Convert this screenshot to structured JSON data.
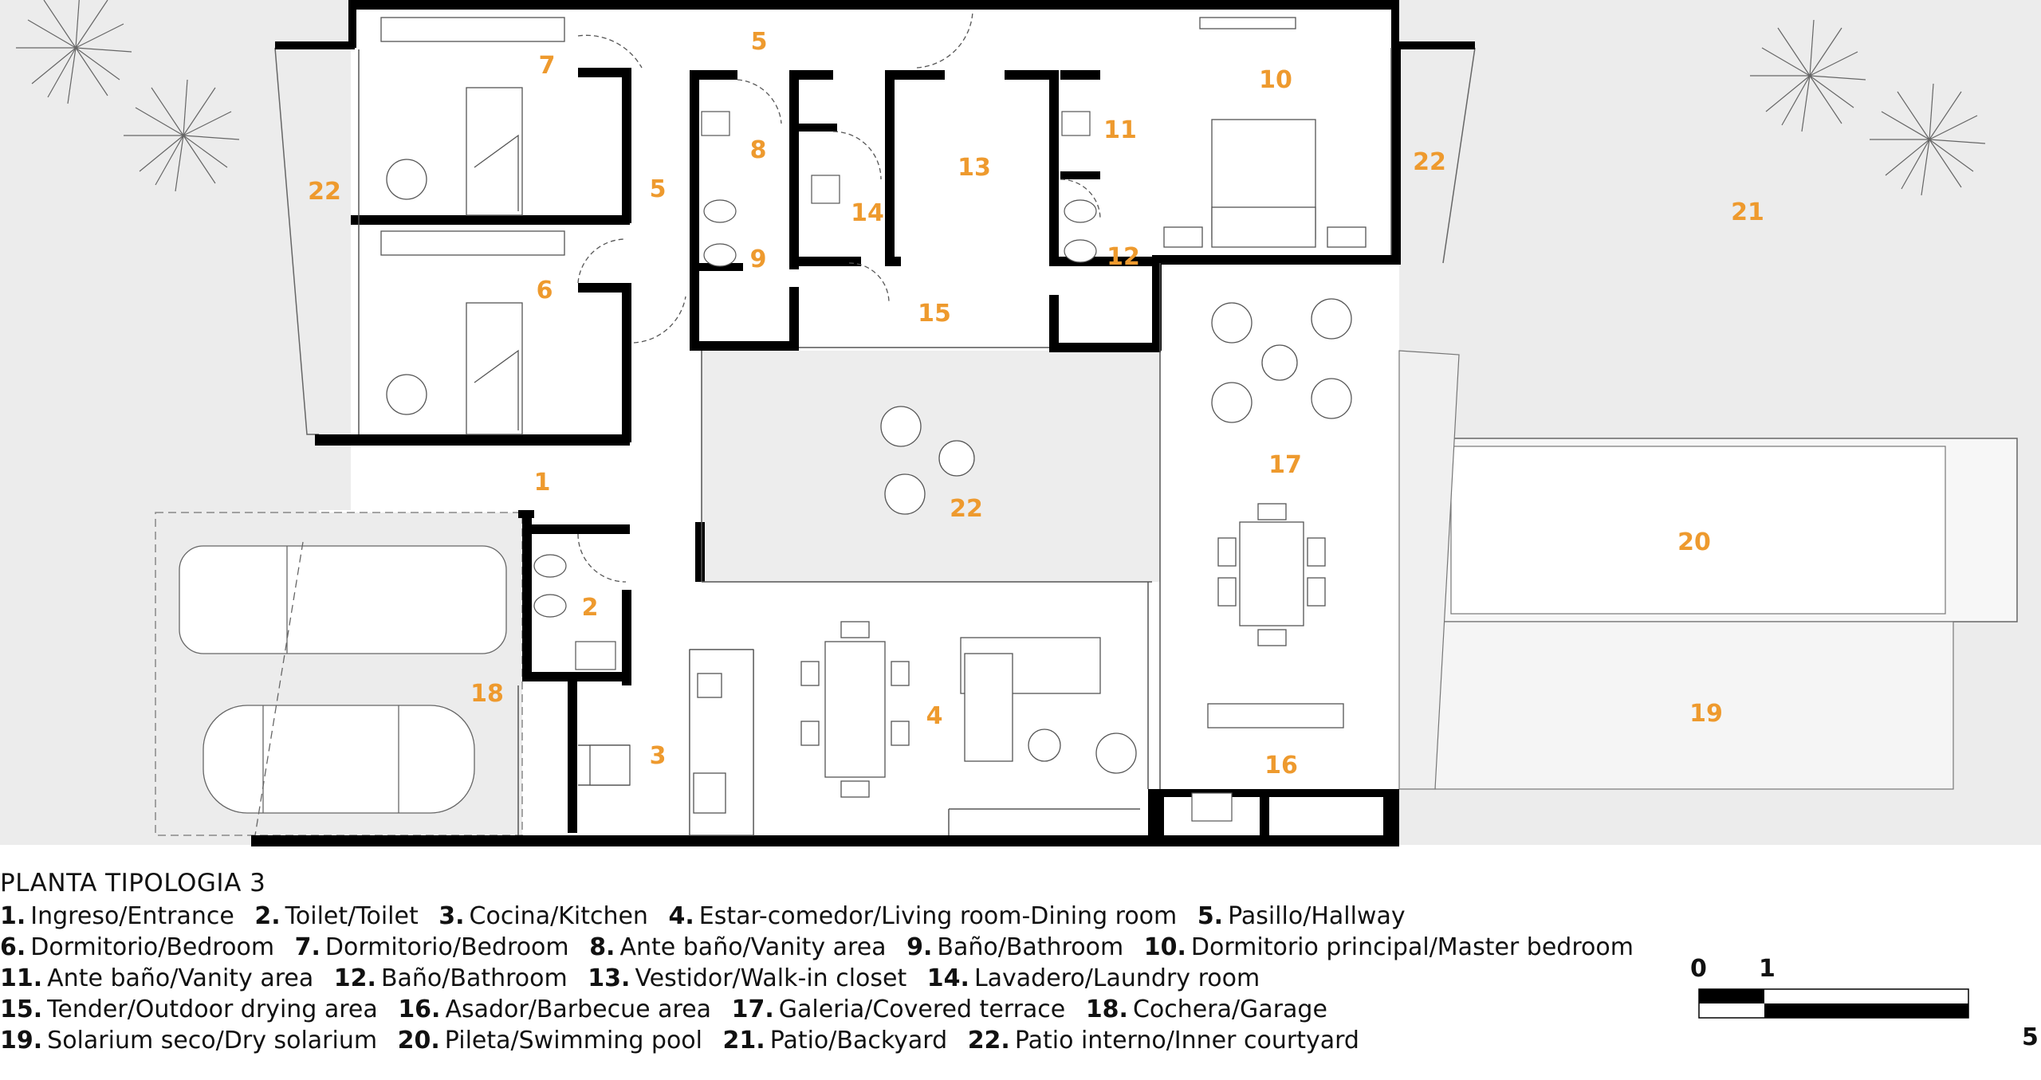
{
  "plan": {
    "title": "PLANTA TIPOLOGIA 3",
    "room_numbers": [
      "1",
      "2",
      "3",
      "4",
      "5",
      "6",
      "7",
      "8",
      "9",
      "10",
      "11",
      "12",
      "13",
      "14",
      "15",
      "16",
      "17",
      "18",
      "19",
      "20",
      "21",
      "22"
    ]
  },
  "legend": [
    {
      "num": "1.",
      "text": "Ingreso/Entrance"
    },
    {
      "num": "2.",
      "text": "Toilet/Toilet"
    },
    {
      "num": "3.",
      "text": "Cocina/Kitchen"
    },
    {
      "num": "4.",
      "text": "Estar-comedor/Living room-Dining room"
    },
    {
      "num": "5.",
      "text": "Pasillo/Hallway"
    },
    {
      "num": "6.",
      "text": "Dormitorio/Bedroom"
    },
    {
      "num": "7.",
      "text": "Dormitorio/Bedroom"
    },
    {
      "num": "8.",
      "text": "Ante baño/Vanity area"
    },
    {
      "num": "9.",
      "text": "Baño/Bathroom"
    },
    {
      "num": "10.",
      "text": "Dormitorio principal/Master bedroom"
    },
    {
      "num": "11.",
      "text": "Ante baño/Vanity area"
    },
    {
      "num": "12.",
      "text": "Baño/Bathroom"
    },
    {
      "num": "13.",
      "text": "Vestidor/Walk-in closet"
    },
    {
      "num": "14.",
      "text": "Lavadero/Laundry room"
    },
    {
      "num": "15.",
      "text": "Tender/Outdoor drying area"
    },
    {
      "num": "16.",
      "text": "Asador/Barbecue area"
    },
    {
      "num": "17.",
      "text": "Galeria/Covered terrace"
    },
    {
      "num": "18.",
      "text": "Cochera/Garage"
    },
    {
      "num": "19.",
      "text": "Solarium seco/Dry solarium"
    },
    {
      "num": "20.",
      "text": "Pileta/Swimming pool"
    },
    {
      "num": "21.",
      "text": "Patio/Backyard"
    },
    {
      "num": "22.",
      "text": "Patio interno/Inner courtyard"
    }
  ],
  "scale_bar": {
    "label_0": "0",
    "label_1": "1",
    "label_5": "5"
  },
  "colors": {
    "label": "#EE9A2E",
    "exterior": "#ECECEC",
    "wall": "#000000"
  }
}
